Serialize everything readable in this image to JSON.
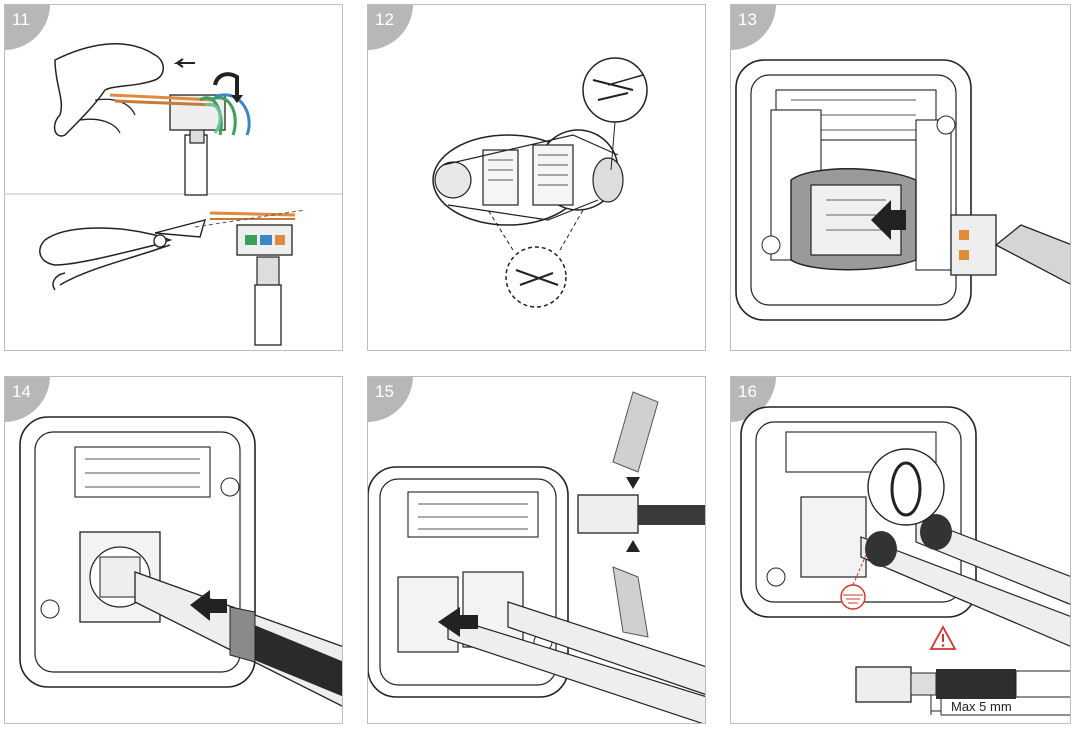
{
  "steps": [
    {
      "number": "11"
    },
    {
      "number": "12"
    },
    {
      "number": "13"
    },
    {
      "number": "14"
    },
    {
      "number": "15"
    },
    {
      "number": "16"
    }
  ],
  "annotations": {
    "max_label": "Max 5 mm"
  },
  "colors": {
    "badge": "#b7b7b7",
    "border": "#bdbdbd",
    "line": "#2a2a2a",
    "warning": "#d0342c",
    "wire_orange": "#e08a3c",
    "wire_green": "#3aa05a",
    "wire_blue": "#3b86c6"
  }
}
